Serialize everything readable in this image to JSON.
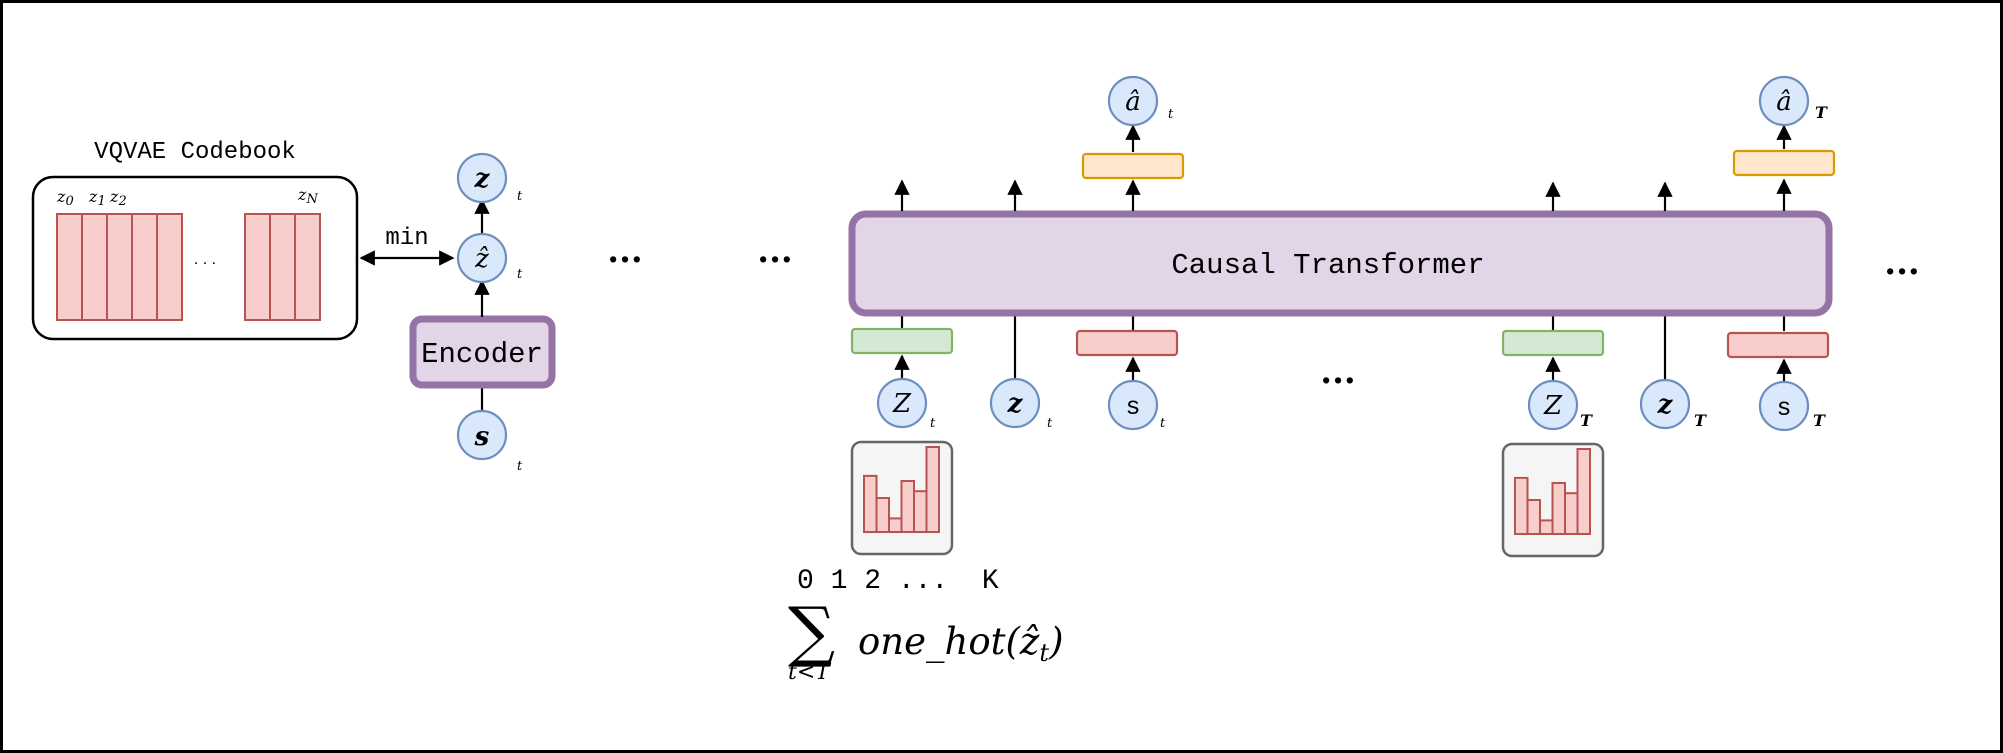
{
  "codebook": {
    "title": "VQVAE Codebook",
    "label_z0": "z",
    "sub_z0": "0",
    "label_z1": "z",
    "sub_z1": "1",
    "label_z2": "z",
    "sub_z2": "2",
    "label_zn": "z",
    "sub_zn": "N",
    "dots": "· · ·"
  },
  "min_label": "min",
  "encoder_label": "Encoder",
  "encoder_nodes": {
    "z": "z",
    "zhat": "ẑ",
    "s": "s",
    "sub_t": "t"
  },
  "ellipsis": "...",
  "transformer_label": "Causal Transformer",
  "nodes": {
    "Z": "Z",
    "z": "z",
    "s": "s",
    "ahat": "â",
    "sub_t": "t",
    "sub_T": "T"
  },
  "histogram_axis": "0 1 2 ...  K",
  "formula": {
    "sigma": "∑",
    "limit": "t<T",
    "expression_prefix": "one_hot(",
    "expression_var": "ẑ",
    "expression_sub": "t",
    "expression_suffix": ")"
  },
  "colors": {
    "node_fill": "#dae8fc",
    "node_stroke": "#6c8ebf",
    "transformer_fill": "#e1d5e7",
    "transformer_stroke": "#9673a6",
    "red_fill": "#f8cecc",
    "red_stroke": "#b85450",
    "green_fill": "#d5e8d4",
    "green_stroke": "#82b366",
    "orange_fill": "#ffe6cc",
    "orange_stroke": "#d79b00",
    "hist_box_fill": "#f5f5f5",
    "hist_box_stroke": "#666666"
  },
  "histogram_values": [
    [
      0.66,
      0.4,
      0.16,
      0.6,
      0.48,
      1.0
    ],
    [
      0.66,
      0.4,
      0.16,
      0.6,
      0.48,
      1.0
    ]
  ]
}
